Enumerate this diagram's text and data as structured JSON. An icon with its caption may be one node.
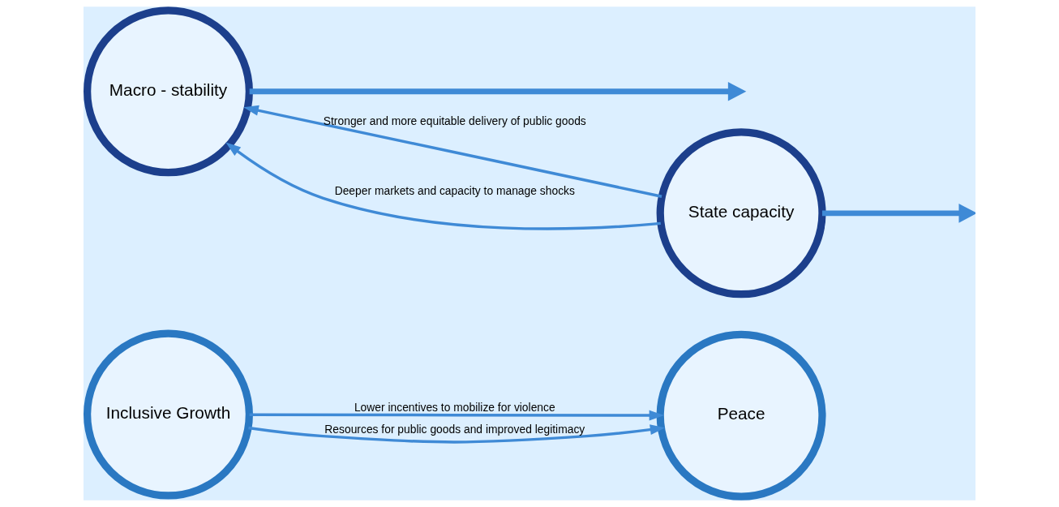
{
  "diagram": {
    "nodes": [
      {
        "text": [
          "Inclusive Growth"
        ]
      },
      {
        "text": [
          "Peace"
        ]
      },
      {
        "text": [
          "Macro - stability"
        ]
      },
      {
        "text": [
          "State capacity"
        ]
      }
    ],
    "edges": [
      {
        "from": 0,
        "to": 1,
        "arrow": "to",
        "label": "Lower incentives to mobilize for violence"
      },
      {
        "from": 0,
        "to": 1,
        "arrow": "to",
        "label": "Resources for public goods and improved legitimacy"
      },
      {
        "from": 3,
        "to": 2,
        "arrow": "to",
        "label": "Stronger and more equitable delivery of public goods"
      },
      {
        "from": 3,
        "to": 2,
        "arrow": "to",
        "label": "Deeper markets and capacity to manage shocks"
      },
      {
        "from": 2,
        "to": null,
        "arrow": "to",
        "style": "thick"
      },
      {
        "from": 3,
        "to": null,
        "arrow": "to",
        "style": "thick"
      }
    ]
  }
}
